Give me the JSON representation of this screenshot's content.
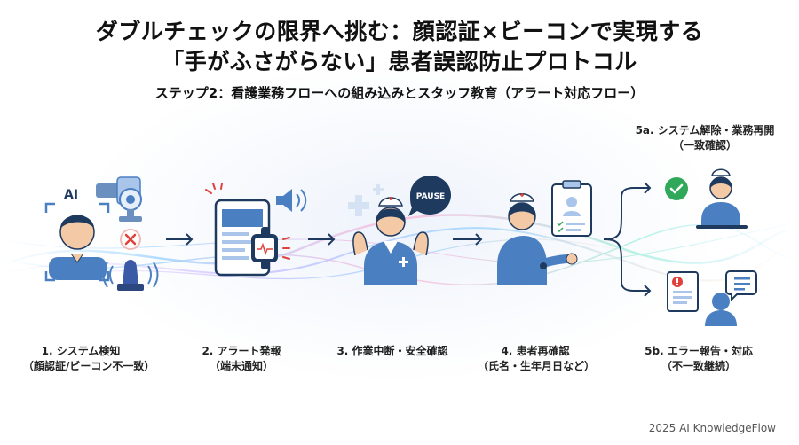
{
  "title": {
    "line1": "ダブルチェックの限界へ挑む：顔認証×ビーコンで実現する",
    "line2": "「手がふさがらない」患者誤認防止プロトコル"
  },
  "subtitle": "ステップ2：看護業務フローへの組み込みとスタッフ教育（アラート対応フロー）",
  "steps": [
    {
      "line1": "1. システム検知",
      "line2": "（顔認証/ビーコン不一致）"
    },
    {
      "line1": "2. アラート発報",
      "line2": "（端末通知）"
    },
    {
      "line1": "3. 作業中断・安全確認",
      "line2": ""
    },
    {
      "line1": "4. 患者再確認",
      "line2": "（氏名・生年月日など）"
    },
    {
      "line1": "5b. エラー報告・対応",
      "line2": "（不一致継続）"
    }
  ],
  "branch_top": {
    "line1": "5a. システム解除・業務再開",
    "line2": "（一致確認）"
  },
  "icons": {
    "ai_text": "AI",
    "pause_text": "PAUSE"
  },
  "footer": "2025 AI KnowledgeFlow",
  "colors": {
    "primary_blue": "#4a7fc1",
    "light_blue": "#a9c6ea",
    "dark_navy": "#1f3a5f",
    "alert_red": "#e0413a",
    "ok_green": "#2fa85a",
    "skin": "#f4c9a6"
  }
}
